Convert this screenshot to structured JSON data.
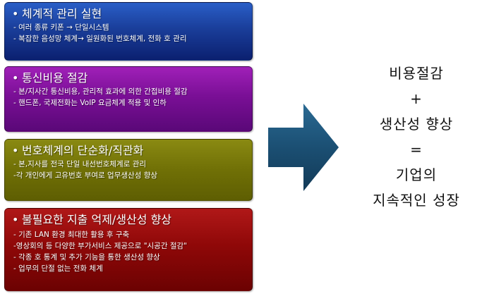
{
  "boxes": [
    {
      "title": "체계적 관리 실현",
      "items": [
        "- 여러 종류 키폰  → 단일시스템",
        "- 복잡한 음성망 체계→ 일원화된 번호체계, 전화 호 관리"
      ],
      "color": "#1a3e9a"
    },
    {
      "title": "통신비용 절감",
      "items": [
        "- 본/지사간 통신비용, 관리적 효과에 의한 간접비용 절감",
        "- 핸드폰, 국제전화는 VoIP 요금체계 적용 및 인하"
      ],
      "color": "#7a0f96"
    },
    {
      "title": "번호체계의 단순화/직관화",
      "items": [
        "- 본,지사를 전국 단일 내선번호체계로 관리",
        "-각 개인에게 고유번호 부여로 업무생산성 향상"
      ],
      "color": "#707006"
    },
    {
      "title": "불필요한 지출 억제/생산성 향상",
      "items": [
        "- 기존 LAN 환경 최대한 활용 후 구축",
        "-영상회의 등 다양한 부가서비스 제공으로 \"시공간 절감\"",
        "- 각종 호 통계 및 추가 기능을 통한 생산성 향상",
        "- 업무의 단절 없는 전화 체계"
      ],
      "color": "#8f0808"
    }
  ],
  "bullet": "•",
  "arrow_color": "#1b4f73",
  "result": {
    "lines": [
      "비용절감",
      "+",
      "생산성 향상",
      "=",
      "기업의",
      "지속적인 성장"
    ]
  }
}
